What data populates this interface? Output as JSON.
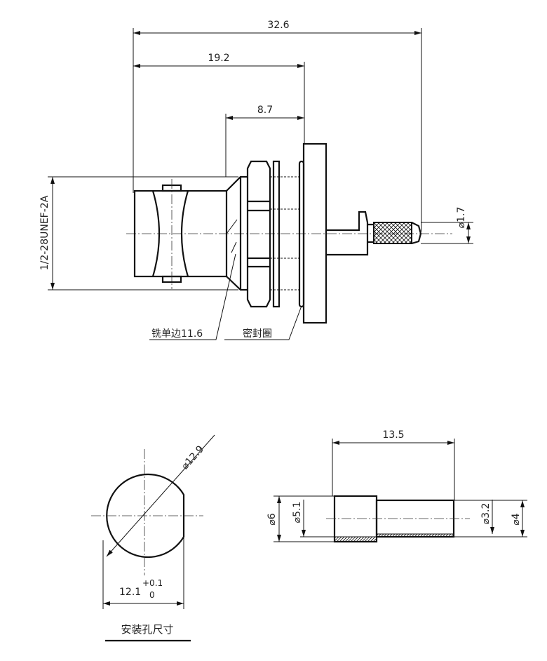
{
  "main_view": {
    "dim_overall": "32.6",
    "dim_body": "19.2",
    "dim_nut": "8.7",
    "thread": "1/2-28UNEF-2A",
    "pin_dia": "⌀1.7",
    "label_flat": "铣单边11.6",
    "label_seal": "密封圈"
  },
  "hole_view": {
    "diameter": "⌀12.9",
    "flat": "12.1",
    "tol_upper": "+0.1",
    "tol_lower": "0",
    "title": "安装孔尺寸"
  },
  "sleeve_view": {
    "length": "13.5",
    "d_outer_large": "⌀6",
    "d_inner_large": "⌀5.1",
    "d_inner_small": "⌀3.2",
    "d_outer_small": "⌀4"
  }
}
